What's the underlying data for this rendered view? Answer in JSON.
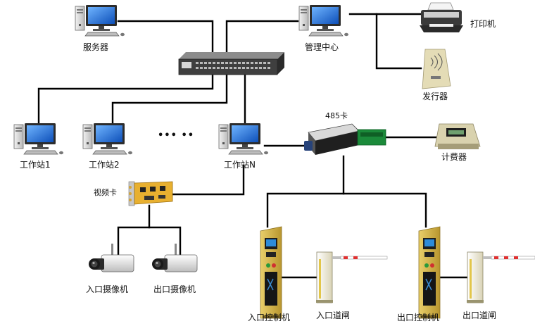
{
  "nodes": {
    "server": {
      "label": "服务器"
    },
    "management": {
      "label": "管理中心"
    },
    "printer": {
      "label": "打印机"
    },
    "issuer": {
      "label": "发行器"
    },
    "ws1": {
      "label": "工作站1"
    },
    "ws2": {
      "label": "工作站2"
    },
    "wsn": {
      "label": "工作站N"
    },
    "ellipsis": {
      "label": "•••  ••"
    },
    "rs485": {
      "label": "485卡"
    },
    "meter": {
      "label": "计费器"
    },
    "videocard": {
      "label": "视频卡"
    },
    "cam_in": {
      "label": "入口摄像机"
    },
    "cam_out": {
      "label": "出口摄像机"
    },
    "ctrl_in": {
      "label": "入口控制机"
    },
    "gate_in": {
      "label": "入口道闸"
    },
    "ctrl_out": {
      "label": "出口控制机"
    },
    "gate_out": {
      "label": "出口道闸"
    }
  },
  "colors": {
    "line": "#000000",
    "monitor_screen": "#1f6fd1",
    "tower": "#d8d8d8",
    "switch": "#4a4a4a",
    "controller_body": "#d4b24a",
    "gate_body": "#f0ecd8",
    "gate_arm_red": "#e03030",
    "card_pcb": "#e8b030"
  }
}
